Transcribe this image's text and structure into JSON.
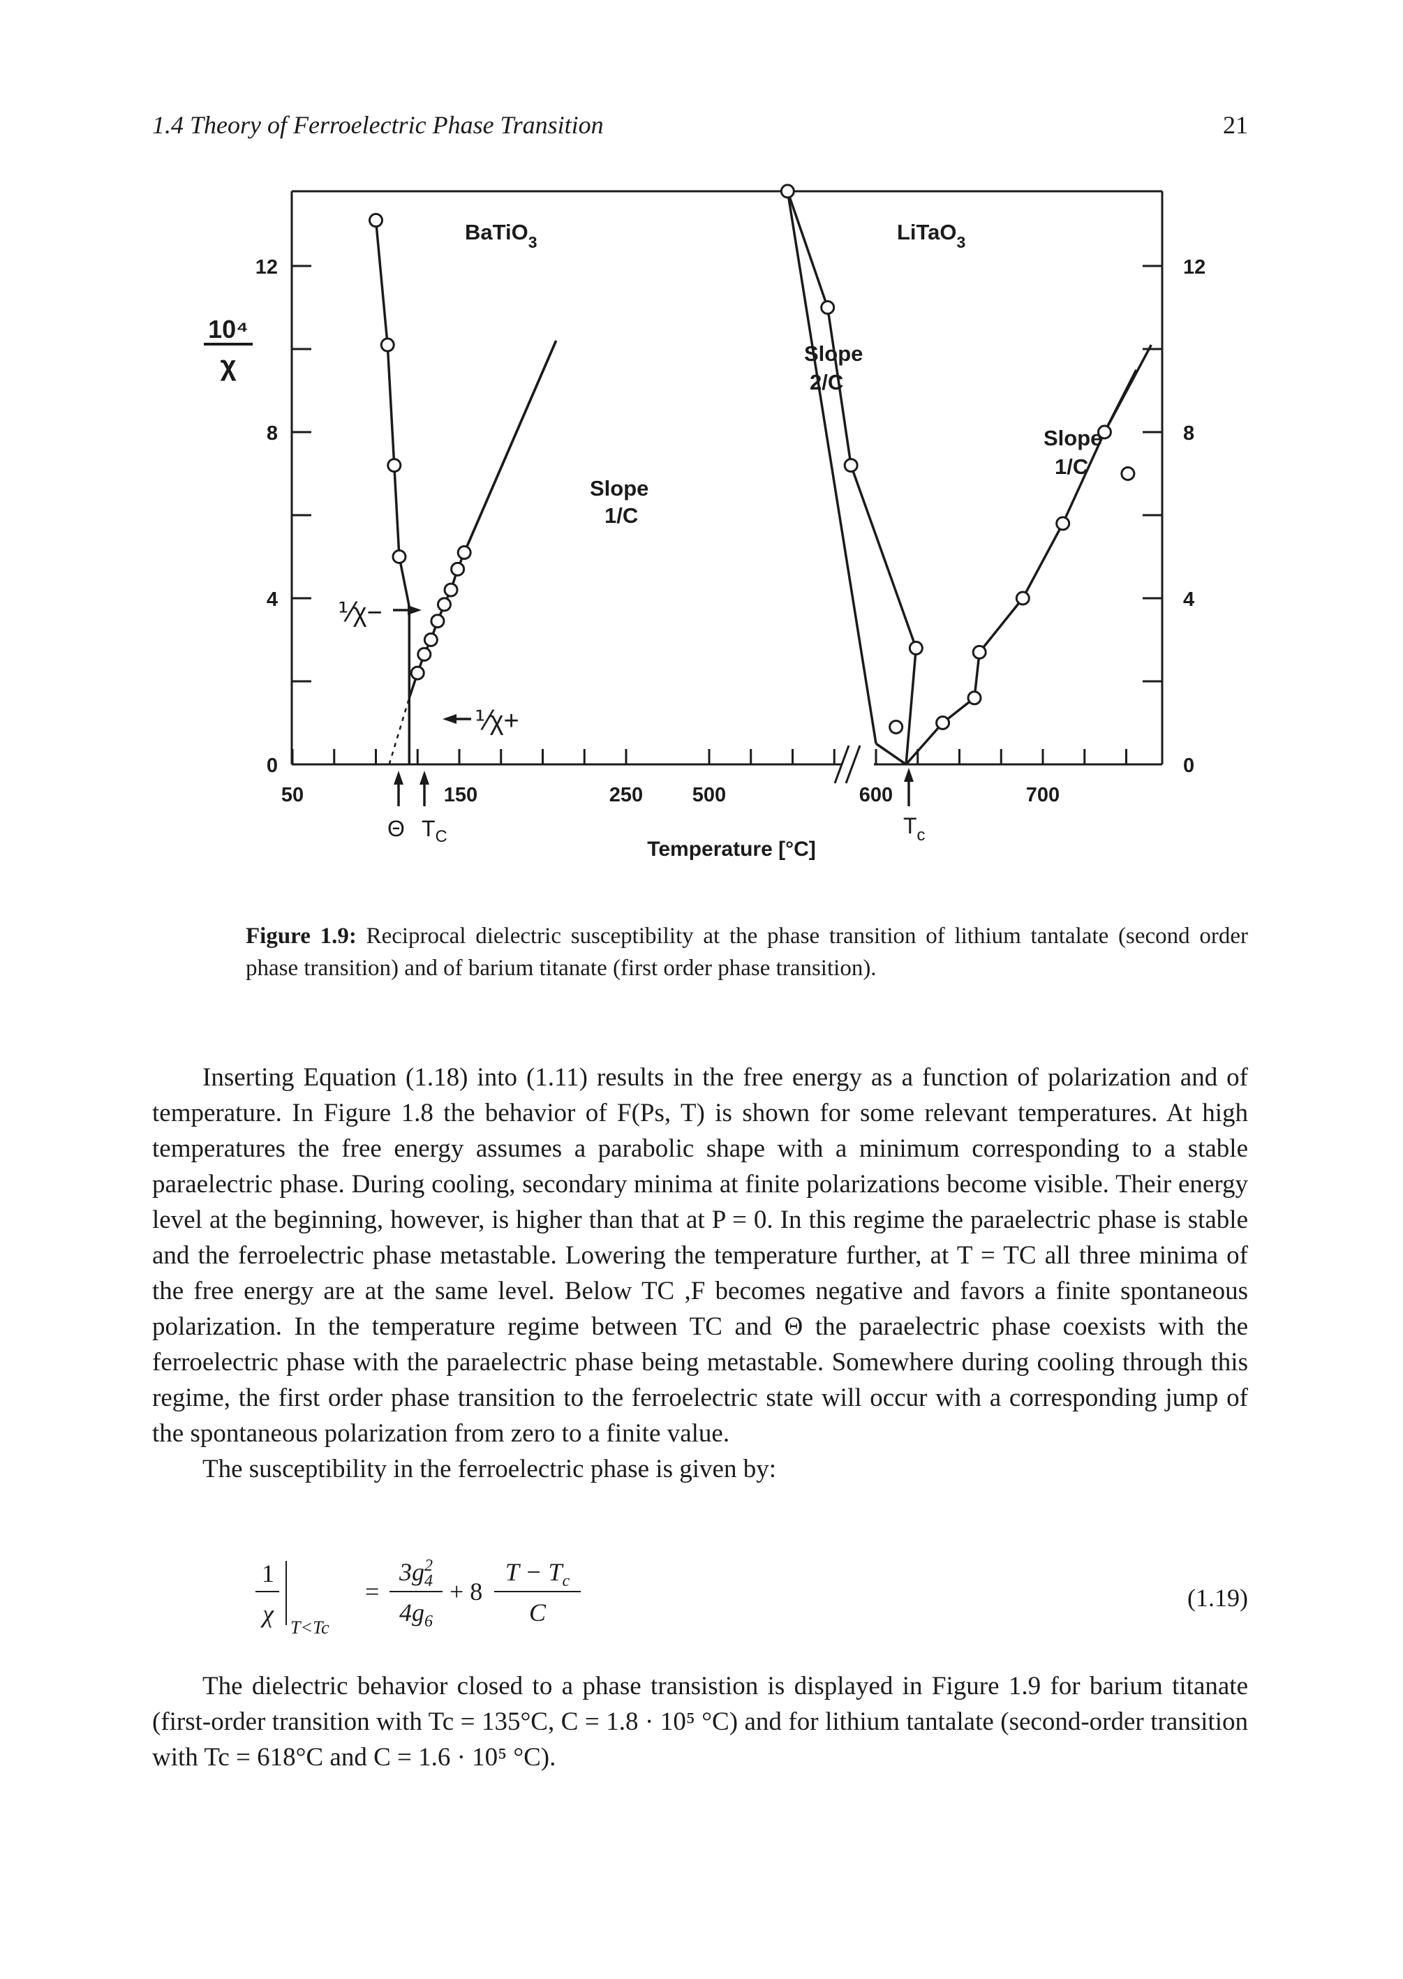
{
  "running_head": {
    "section": "1.4   Theory of Ferroelectric Phase Transition",
    "page_number": "21"
  },
  "figure": {
    "labels": {
      "y_axis_top": "10⁴",
      "y_axis_bottom": "χ",
      "batio3": "BaTiO",
      "batio3_sub": "3",
      "litao3": "LiTaO",
      "litao3_sub": "3",
      "slope_1c_left_line1": "Slope",
      "slope_1c_left_line2": "1/C",
      "slope_2c_line1": "Slope",
      "slope_2c_line2": "2/C",
      "slope_1c_right_line1": "Slope",
      "slope_1c_right_line2": "1/C",
      "inv_chi_minus": "⅟χ−",
      "inv_chi_plus": "⅟χ+",
      "theta": "Θ",
      "tc_left": "T",
      "tc_left_sub": "C",
      "tc_right": "T",
      "tc_right_sub": "c",
      "x_title": "Temperature [°C]"
    },
    "y_ticks_left": [
      "0",
      "4",
      "8",
      "12"
    ],
    "y_ticks_right": [
      "0",
      "4",
      "8",
      "12"
    ],
    "x_ticks": [
      "50",
      "150",
      "250",
      "500",
      "600",
      "700"
    ]
  },
  "chart_data": {
    "type": "line",
    "title": "",
    "ylabel": "10⁴/χ",
    "xlabel": "Temperature [°C]",
    "ylim": [
      0,
      14
    ],
    "x_axis_break": [
      250,
      500
    ],
    "panels": [
      {
        "name": "BaTiO3",
        "xlim": [
          50,
          250
        ],
        "series": [
          {
            "name": "1/χ−",
            "x": [
              100,
              107,
              111,
              114,
              120,
              120
            ],
            "y": [
              13.1,
              10.1,
              7.2,
              5.0,
              3.8,
              0
            ]
          },
          {
            "name": "1/χ+",
            "x": [
              120,
              125,
              129,
              133,
              137,
              141,
              145,
              149,
              153,
              208
            ],
            "y": [
              1.6,
              2.2,
              2.65,
              3.0,
              3.45,
              3.85,
              4.2,
              4.7,
              5.1,
              10.2
            ]
          },
          {
            "name": "extrapolation",
            "x": [
              108,
              120
            ],
            "y": [
              0,
              1.6
            ]
          }
        ],
        "annotations": [
          "Θ",
          "Tc",
          "Slope 1/C"
        ]
      },
      {
        "name": "LiTaO3",
        "xlim": [
          500,
          760
        ],
        "series": [
          {
            "name": "paraelectric side",
            "x": [
              547,
              571,
              585,
              624,
              618
            ],
            "y": [
              13.8,
              11.0,
              7.2,
              2.8,
              0
            ]
          },
          {
            "name": "ferroelectric side",
            "x": [
              618,
              640,
              659,
              662,
              688,
              712,
              737,
              756
            ],
            "y": [
              0,
              1.0,
              1.6,
              2.7,
              4.0,
              5.8,
              8.0,
              9.5
            ]
          },
          {
            "name": "isolated point",
            "x": [
              751
            ],
            "y": [
              7.0
            ]
          }
        ],
        "annotations": [
          "Slope 2/C",
          "Slope 1/C",
          "Tc"
        ]
      }
    ]
  },
  "caption": {
    "label": "Figure 1.9:",
    "text": " Reciprocal dielectric susceptibility at the phase transition of lithium tantalate (second order phase transition) and of barium titanate (first order phase transition)."
  },
  "body": {
    "para1": "Inserting Equation (1.18) into (1.11) results in the free energy as a function of polarization and of temperature. In Figure 1.8 the behavior of F(Ps, T) is shown for some relevant temperatures. At high temperatures the free energy assumes a parabolic shape with a minimum corresponding to a stable paraelectric phase. During cooling, secondary minima at finite polarizations become visible. Their energy level at the beginning, however, is higher than that at P = 0. In this regime the paraelectric phase is stable and the ferroelectric phase metastable. Lowering the temperature further, at T = TC all three minima of the free energy are at the same level. Below TC ,F becomes negative and favors a finite spontaneous polarization. In the temperature regime between TC and Θ the paraelectric phase coexists with the ferroelectric phase with the paraelectric phase being metastable. Somewhere during cooling through this regime, the first order phase transition to the ferroelectric state will occur with a corresponding jump of the spontaneous polarization from zero to a finite value.",
    "para2": "The susceptibility in the ferroelectric phase is given by:",
    "equation_number": "(1.19)",
    "para3": "The dielectric behavior closed to a phase transistion is displayed in Figure 1.9 for barium titanate (first-order transition with Tc = 135°C, C = 1.8 · 10⁵ °C) and for lithium tantalate (second-order transition with Tc = 618°C and C = 1.6 · 10⁵ °C)."
  },
  "equation": {
    "lhs_num": "1",
    "lhs_den": "χ",
    "lhs_sub": "T<Tc",
    "eq": "=",
    "t1_num": "3g",
    "t1_num_sup": "2",
    "t1_num_sub": "4",
    "t1_den": "4g",
    "t1_den_sub": "6",
    "plus": "+ 8",
    "t2_num": "T − T",
    "t2_num_sub": "c",
    "t2_den": "C"
  }
}
